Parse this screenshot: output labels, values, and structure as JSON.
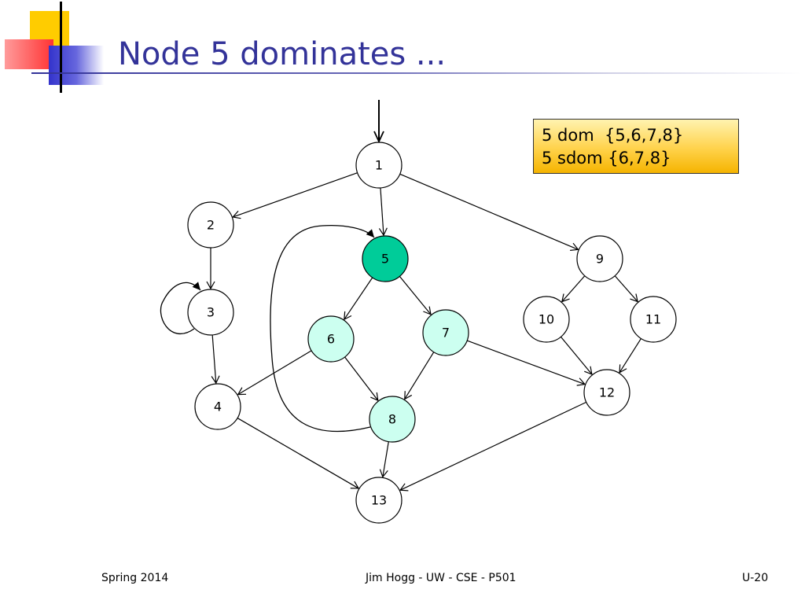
{
  "slide": {
    "title": "Node 5 dominates ...",
    "callout": {
      "line1": "5 dom  {5,6,7,8}",
      "line2": "5 sdom {6,7,8}"
    },
    "footer": {
      "left": "Spring 2014",
      "center": "Jim Hogg - UW - CSE - P501",
      "right": "U-20"
    }
  },
  "graph": {
    "nodes": [
      {
        "id": "1",
        "label": "1",
        "fill": "#ffffff"
      },
      {
        "id": "2",
        "label": "2",
        "fill": "#ffffff"
      },
      {
        "id": "3",
        "label": "3",
        "fill": "#ffffff"
      },
      {
        "id": "4",
        "label": "4",
        "fill": "#ffffff"
      },
      {
        "id": "5",
        "label": "5",
        "fill": "#00cc99"
      },
      {
        "id": "6",
        "label": "6",
        "fill": "#ccfff0"
      },
      {
        "id": "7",
        "label": "7",
        "fill": "#ccfff0"
      },
      {
        "id": "8",
        "label": "8",
        "fill": "#ccfff0"
      },
      {
        "id": "9",
        "label": "9",
        "fill": "#ffffff"
      },
      {
        "id": "10",
        "label": "10",
        "fill": "#ffffff"
      },
      {
        "id": "11",
        "label": "11",
        "fill": "#ffffff"
      },
      {
        "id": "12",
        "label": "12",
        "fill": "#ffffff"
      },
      {
        "id": "13",
        "label": "13",
        "fill": "#ffffff"
      }
    ],
    "edges": [
      {
        "from": "entry",
        "to": "1"
      },
      {
        "from": "1",
        "to": "2"
      },
      {
        "from": "1",
        "to": "5"
      },
      {
        "from": "1",
        "to": "9"
      },
      {
        "from": "2",
        "to": "3"
      },
      {
        "from": "3",
        "to": "3"
      },
      {
        "from": "3",
        "to": "4"
      },
      {
        "from": "5",
        "to": "6"
      },
      {
        "from": "5",
        "to": "7"
      },
      {
        "from": "6",
        "to": "4"
      },
      {
        "from": "6",
        "to": "8"
      },
      {
        "from": "7",
        "to": "8"
      },
      {
        "from": "7",
        "to": "12"
      },
      {
        "from": "8",
        "to": "5"
      },
      {
        "from": "8",
        "to": "13"
      },
      {
        "from": "4",
        "to": "13"
      },
      {
        "from": "9",
        "to": "10"
      },
      {
        "from": "9",
        "to": "11"
      },
      {
        "from": "10",
        "to": "12"
      },
      {
        "from": "11",
        "to": "12"
      },
      {
        "from": "12",
        "to": "13"
      }
    ],
    "colors": {
      "dominator": "#00cc99",
      "dominated": "#ccfff0",
      "title": "#333399"
    }
  }
}
